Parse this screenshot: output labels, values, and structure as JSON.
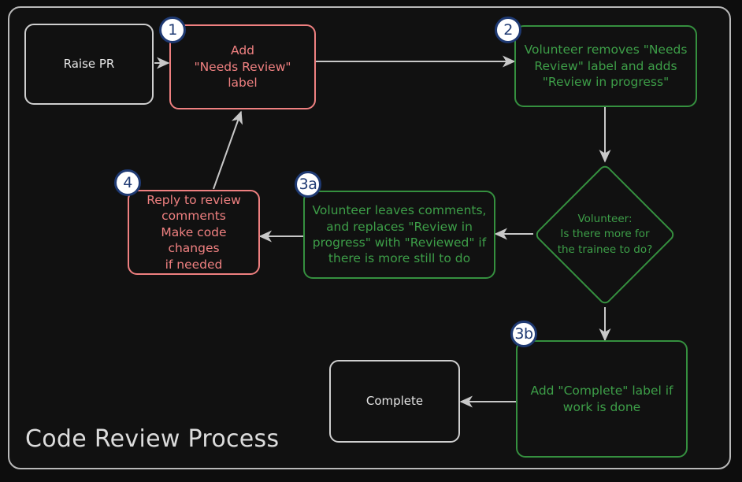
{
  "diagram": {
    "title": "Code Review Process",
    "type": "flowchart",
    "theme": "dark",
    "colors": {
      "background": "#0d0d0d",
      "frame_border": "#b9b9b9",
      "gray_node": "#cfcfcf",
      "red_node": "#ef8080",
      "green_node": "#35903f",
      "green_text": "#3d9e48",
      "badge_fill": "#ffffff",
      "badge_border": "#1f3a73",
      "edge": "#c8c8c8"
    },
    "nodes": [
      {
        "id": "raise-pr",
        "label": "Raise PR",
        "style": "gray",
        "badge": null
      },
      {
        "id": "add-label",
        "label": "Add\n\"Needs Review\"\nlabel",
        "style": "red",
        "badge": "1"
      },
      {
        "id": "volunteer-removes",
        "label": "Volunteer removes \"Needs Review\" label and adds \"Review in progress\"",
        "style": "green",
        "badge": "2"
      },
      {
        "id": "decision",
        "label": "Volunteer:\nIs there more for\nthe trainee to do?",
        "style": "green-diamond",
        "badge": null
      },
      {
        "id": "leaves-comments",
        "label": "Volunteer leaves comments, and replaces \"Review in progress\" with \"Reviewed\" if there is more still to do",
        "style": "green",
        "badge": "3a"
      },
      {
        "id": "reply-review",
        "label": "Reply to review comments\nMake code changes if needed",
        "style": "red",
        "badge": "4"
      },
      {
        "id": "complete-label",
        "label": "Add \"Complete\" label if work is done",
        "style": "green",
        "badge": "3b"
      },
      {
        "id": "complete",
        "label": "Complete",
        "style": "gray",
        "badge": null
      }
    ],
    "node_text": {
      "raise_pr": "Raise PR",
      "add_label_l1": "Add",
      "add_label_l2": "\"Needs Review\"",
      "add_label_l3": "label",
      "volunteer_removes_l1": "Volunteer removes \"Needs",
      "volunteer_removes_l2": "Review\" label and adds",
      "volunteer_removes_l3": "\"Review in progress\"",
      "decision_l1": "Volunteer:",
      "decision_l2": "Is there more for",
      "decision_l3": "the trainee to do?",
      "leaves_comments_l1": "Volunteer leaves comments,",
      "leaves_comments_l2": "and replaces \"Review in",
      "leaves_comments_l3": "progress\" with \"Reviewed\" if",
      "leaves_comments_l4": "there is more still to do",
      "reply_review_l1": "Reply to review",
      "reply_review_l2": "comments",
      "reply_review_l3": "Make code changes",
      "reply_review_l4": "if needed",
      "complete_label_l1": "Add \"Complete\" label if",
      "complete_label_l2": "work is done",
      "complete": "Complete"
    },
    "badges": {
      "one": "1",
      "two": "2",
      "three_a": "3a",
      "three_b": "3b",
      "four": "4"
    },
    "edges": [
      {
        "from": "raise-pr",
        "to": "add-label",
        "label": ""
      },
      {
        "from": "add-label",
        "to": "volunteer-removes",
        "label": ""
      },
      {
        "from": "volunteer-removes",
        "to": "decision",
        "label": ""
      },
      {
        "from": "decision",
        "to": "leaves-comments",
        "label": ""
      },
      {
        "from": "decision",
        "to": "complete-label",
        "label": ""
      },
      {
        "from": "leaves-comments",
        "to": "reply-review",
        "label": ""
      },
      {
        "from": "reply-review",
        "to": "add-label",
        "label": ""
      },
      {
        "from": "complete-label",
        "to": "complete",
        "label": ""
      }
    ]
  }
}
